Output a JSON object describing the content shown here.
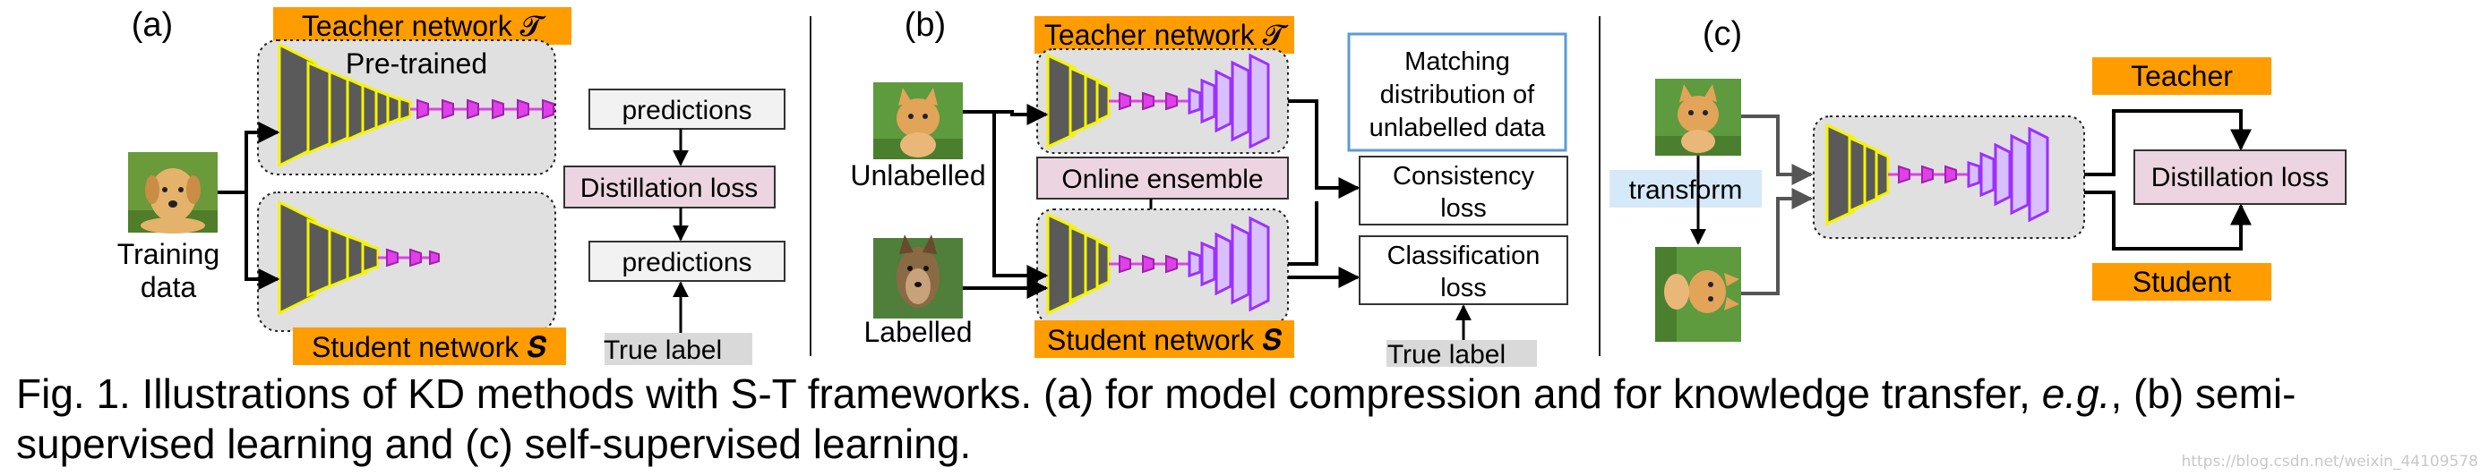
{
  "panel_a": {
    "label": "(a)",
    "teacher_label": "Teacher network 𝓣",
    "pretrained": "Pre-trained",
    "student_label": "Student network 𝑺",
    "input_caption_line1": "Training",
    "input_caption_line2": "data",
    "predictions_top": "predictions",
    "distillation_loss": "Distillation loss",
    "predictions_bottom": "predictions",
    "true_label": "True label"
  },
  "panel_b": {
    "label": "(b)",
    "teacher_label": "Teacher network 𝓣",
    "student_label": "Student network 𝑺",
    "unlabelled": "Unlabelled",
    "labelled": "Labelled",
    "online_ensemble": "Online  ensemble",
    "matching_line1": "Matching",
    "matching_line2": "distribution of",
    "matching_line3": "unlabelled data",
    "consistency_line1": "Consistency",
    "consistency_line2": "loss",
    "classification_line1": "Classification",
    "classification_line2": "loss",
    "true_label": "True label"
  },
  "panel_c": {
    "label": "(c)",
    "transform": "transform",
    "teacher": "Teacher",
    "student": "Student",
    "distillation_loss": "Distillation loss"
  },
  "caption": {
    "part1": "Fig. 1. Illustrations of KD methods with S-T frameworks. (a) for model compression and for knowledge transfer, ",
    "eg": "e.g.",
    "part2": ", (b) semi-supervised learning and (c) self-supervised learning."
  },
  "watermark": "https://blog.csdn.net/weixin_44109578",
  "colors": {
    "orange": "#ff9c00",
    "panel_gray": "#e0e0e0",
    "loss_pink": "#ecd5e0",
    "label_gray": "#d9d9d9",
    "transform_blue": "#d6e9f8",
    "matching_border": "#5b9bd5",
    "conv_yellow": "#f5f500",
    "conv_magenta": "#e040e8",
    "conv_purple": "#9b30ff"
  }
}
